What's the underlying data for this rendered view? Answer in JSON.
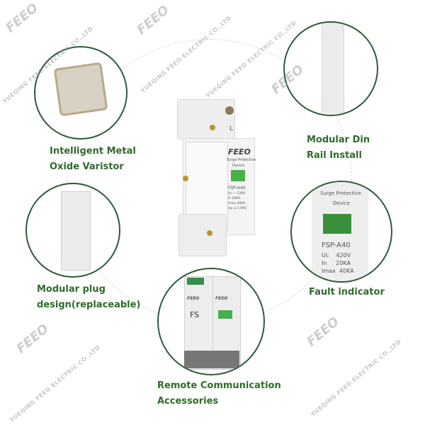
{
  "features": [
    {
      "label_line1": "Intelligent Metal",
      "label_line2": "Oxide Varistor"
    },
    {
      "label_line1": "Modular Din",
      "label_line2": "Rail Install"
    },
    {
      "label_line1": "Modular plug",
      "label_line2": "design(replaceable)"
    },
    {
      "label_line1": "Fault indicator",
      "label_line2": ""
    },
    {
      "label_line1": "Remote Communication",
      "label_line2": "Accessories"
    }
  ],
  "device": {
    "brand": "FEEO",
    "subtitle1": "Surge Protective",
    "subtitle2": "Device",
    "model": "FSP-A40",
    "terminal": "L",
    "specs": [
      "Uc ~ 230V",
      "In 20KA",
      "Imax 40KA",
      "Up ≤ 2.0KV"
    ]
  },
  "fault_indicator_detail": {
    "subtitle1": "Surge Protective",
    "subtitle2": "Device",
    "model": "FSP-A40",
    "specs": [
      [
        "Uc",
        "420V"
      ],
      [
        "In",
        "20KA"
      ],
      [
        "Imax",
        "40KA"
      ]
    ]
  },
  "remote_module": {
    "brand": "FEEO",
    "label": "FS"
  },
  "watermark": {
    "logo": "FEEO",
    "text": "YUEQING FEEO ELECTRIC CO.,LTD"
  },
  "colors": {
    "label_green": "#2f6b2a",
    "circle_border": "#2e5a36",
    "indicator_green": "#47b04a"
  }
}
